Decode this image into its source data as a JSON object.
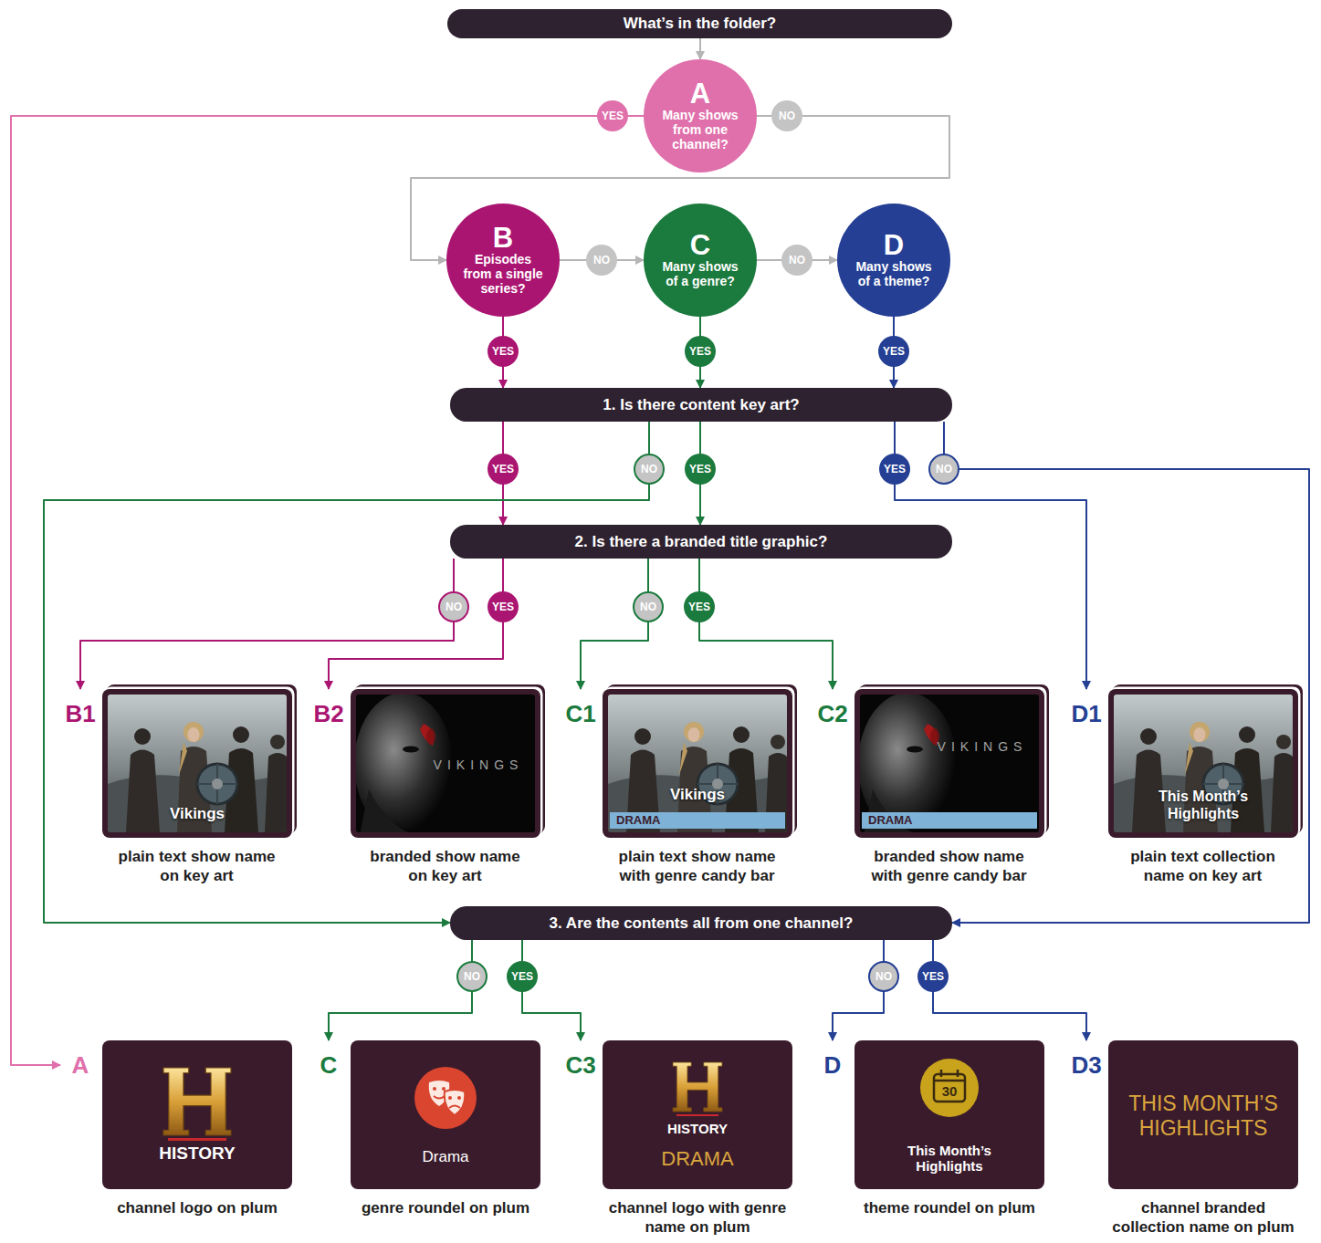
{
  "diagram": {
    "nodes": [
      {
        "text": [
          "What’s in the folder?"
        ]
      },
      {
        "text": [
          "A",
          "Many shows from one channel?"
        ]
      },
      {
        "text": [
          "B",
          "Episodes from a single series?"
        ]
      },
      {
        "text": [
          "C",
          "Many shows of a genre?"
        ]
      },
      {
        "text": [
          "D",
          "Many shows of a theme?"
        ]
      },
      {
        "text": [
          "1. Is there content key art?"
        ]
      },
      {
        "text": [
          "2. Is there a branded title graphic?"
        ]
      },
      {
        "text": [
          "B1",
          "Vikings",
          "plain text show name on key art"
        ]
      },
      {
        "text": [
          "B2",
          "VIKINGS",
          "branded show name on key art"
        ]
      },
      {
        "text": [
          "C1",
          "Vikings",
          "DRAMA",
          "plain text show name with genre candy bar"
        ]
      },
      {
        "text": [
          "C2",
          "VIKINGS",
          "DRAMA",
          "branded show name with genre candy bar"
        ]
      },
      {
        "text": [
          "D1",
          "This Month’s Highlights",
          "plain text collection name on key art"
        ]
      },
      {
        "text": [
          "3. Are the contents all from one channel?"
        ]
      },
      {
        "text": [
          "A",
          "HISTORY",
          "channel logo on plum"
        ]
      },
      {
        "text": [
          "C",
          "Drama",
          "genre roundel on plum"
        ]
      },
      {
        "text": [
          "C3",
          "HISTORY",
          "DRAMA",
          "channel logo with genre name on plum"
        ]
      },
      {
        "text": [
          "D",
          "30",
          "This Month’s Highlights",
          "theme roundel on plum"
        ]
      },
      {
        "text": [
          "D3",
          "THIS MONTH’S HIGHLIGHTS",
          "channel branded collection name on plum"
        ]
      }
    ],
    "edges": [
      {
        "from": 0,
        "to": 1,
        "arrow": "to"
      },
      {
        "from": 1,
        "to": 13,
        "label": "YES",
        "arrow": "to"
      },
      {
        "from": 1,
        "to": 2,
        "label": "NO",
        "arrow": "to"
      },
      {
        "from": 2,
        "to": 3,
        "label": "NO",
        "arrow": "to"
      },
      {
        "from": 3,
        "to": 4,
        "label": "NO",
        "arrow": "to"
      },
      {
        "from": 2,
        "to": 5,
        "label": "YES",
        "arrow": "to"
      },
      {
        "from": 3,
        "to": 5,
        "label": "YES",
        "arrow": "to"
      },
      {
        "from": 4,
        "to": 5,
        "label": "YES",
        "arrow": "to"
      },
      {
        "from": 5,
        "to": 6,
        "label": "YES",
        "arrow": "to"
      },
      {
        "from": 5,
        "to": 12,
        "label": "NO",
        "arrow": "to"
      },
      {
        "from": 5,
        "to": 6,
        "label": "YES",
        "arrow": "to"
      },
      {
        "from": 5,
        "to": 11,
        "label": "YES",
        "arrow": "to"
      },
      {
        "from": 5,
        "to": 12,
        "label": "NO",
        "arrow": "to"
      },
      {
        "from": 6,
        "to": 7,
        "label": "NO",
        "arrow": "to"
      },
      {
        "from": 6,
        "to": 8,
        "label": "YES",
        "arrow": "to"
      },
      {
        "from": 6,
        "to": 9,
        "label": "NO",
        "arrow": "to"
      },
      {
        "from": 6,
        "to": 10,
        "label": "YES",
        "arrow": "to"
      },
      {
        "from": 12,
        "to": 14,
        "label": "NO",
        "arrow": "to"
      },
      {
        "from": 12,
        "to": 15,
        "label": "YES",
        "arrow": "to"
      },
      {
        "from": 12,
        "to": 16,
        "label": "NO",
        "arrow": "to"
      },
      {
        "from": 12,
        "to": 17,
        "label": "YES",
        "arrow": "to"
      }
    ]
  }
}
